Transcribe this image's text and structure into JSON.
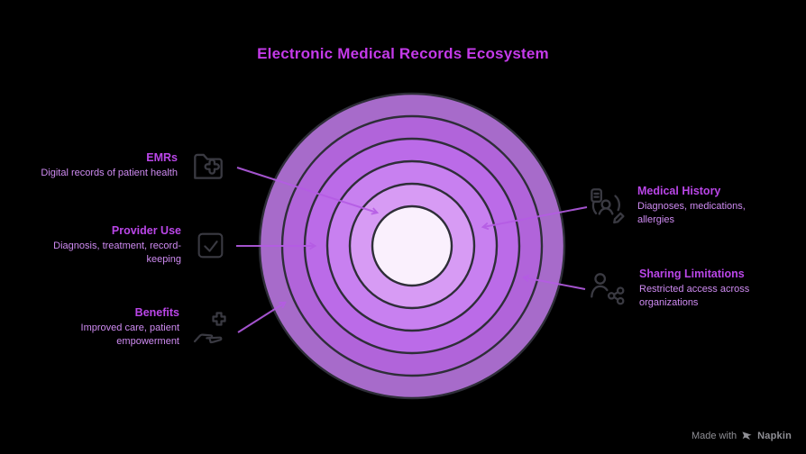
{
  "title": "Electronic Medical Records Ecosystem",
  "colors": {
    "background": "#000000",
    "title": "#c43ae9",
    "heading": "#ba46e8",
    "description": "#cf8bf2",
    "ring_border": "#2e2e38",
    "arrow": "#b55ce4",
    "icon_stroke": "#3a3a42",
    "footer_text": "#8f8f95"
  },
  "diagram": {
    "type": "concentric-rings",
    "rings": [
      {
        "name": "ring-outermost",
        "color": "#a76bca"
      },
      {
        "name": "ring-2",
        "color": "#b164da"
      },
      {
        "name": "ring-3",
        "color": "#bb6be8"
      },
      {
        "name": "ring-4",
        "color": "#c880f0"
      },
      {
        "name": "ring-5",
        "color": "#d79bf4"
      },
      {
        "name": "center-circle",
        "color": "#faf0fd"
      }
    ]
  },
  "labels": {
    "emrs": {
      "heading": "EMRs",
      "description": "Digital records of patient health",
      "icon": "folder-medical-cross-icon"
    },
    "provider_use": {
      "heading": "Provider Use",
      "description": "Diagnosis, treatment, record-keeping",
      "icon": "checkbox-check-icon"
    },
    "benefits": {
      "heading": "Benefits",
      "description": "Improved care, patient empowerment",
      "icon": "hand-plus-icon"
    },
    "medical_history": {
      "heading": "Medical History",
      "description": "Diagnoses, medications, allergies",
      "icon": "patient-history-icon"
    },
    "sharing_limitations": {
      "heading": "Sharing Limitations",
      "description": "Restricted access across organizations",
      "icon": "person-share-icon"
    }
  },
  "footer": {
    "made_with": "Made with",
    "brand": "Napkin"
  }
}
